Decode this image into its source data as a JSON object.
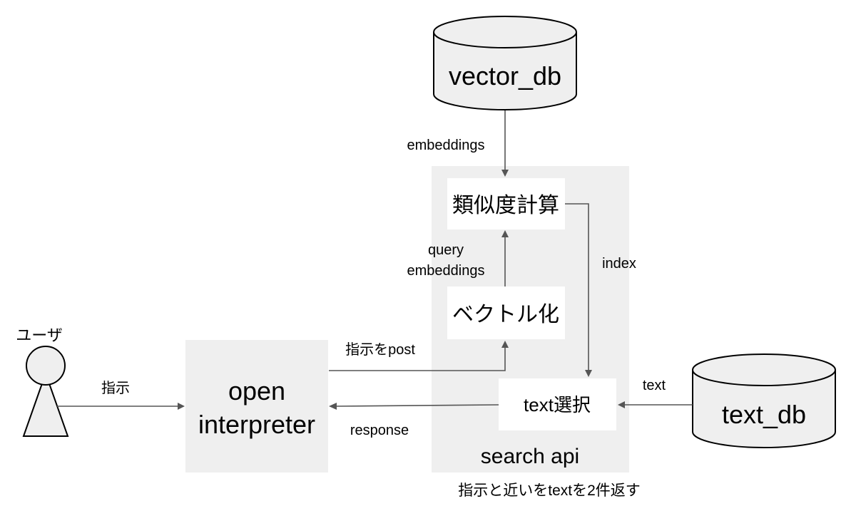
{
  "nodes": {
    "vector_db": "vector_db",
    "text_db": "text_db",
    "similarity": "類似度計算",
    "vectorize": "ベクトル化",
    "text_select": "text選択",
    "search_api": "search api",
    "open_interpreter_line1": "open",
    "open_interpreter_line2": "interpreter",
    "user": "ユーザ"
  },
  "edges": {
    "embeddings": "embeddings",
    "query_line1": "query",
    "query_line2": "embeddings",
    "index": "index",
    "text": "text",
    "instruction": "指示",
    "instruction_post": "指示をpost",
    "response": "response"
  },
  "caption": "指示と近いをtextを2件返す",
  "colors": {
    "panel": "#efefef",
    "box": "#ffffff",
    "line": "#555555",
    "stroke": "#000000",
    "user_fill": "#efefef"
  }
}
